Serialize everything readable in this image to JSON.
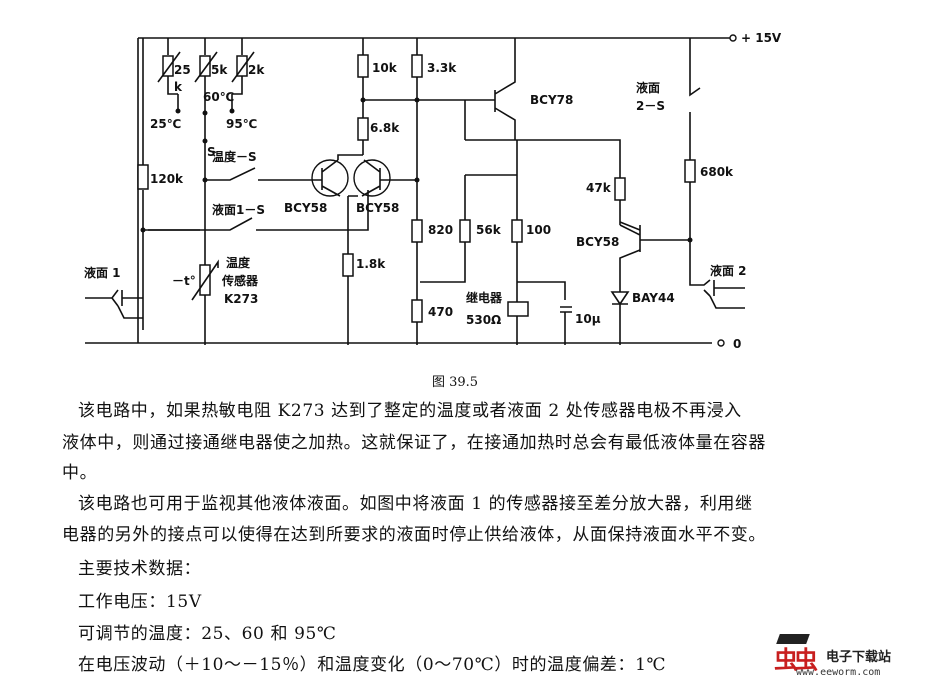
{
  "figure": {
    "supply_label": "+ 15V",
    "ground_label": "0",
    "caption": "图 39.5",
    "labels": {
      "r_25k_a": "25",
      "r_25k_b": "k",
      "r_5k": "5k",
      "r_2k": "2k",
      "t_60": "60℃",
      "t_25": "25℃",
      "t_95": "95℃",
      "switch_s": "S",
      "r_10k": "10k",
      "r_3_3k": "3.3k",
      "r_6_8k": "6.8k",
      "q_bcy78": "BCY78",
      "level_2s_a": "液面",
      "level_2s_b": "2－S",
      "temp_s": "温度－S",
      "r_120k": "120k",
      "r_47k": "47k",
      "r_680k": "680k",
      "level_1s": "液面1－S",
      "q_bcy58_a": "BCY58",
      "q_bcy58_b": "BCY58",
      "r_820": "820",
      "r_56k": "56k",
      "r_100": "100",
      "q_bcy58_c": "BCY58",
      "r_1_8k": "1.8k",
      "level_1": "液面 1",
      "thermistor_t": "－t°",
      "sensor_a": "温度",
      "sensor_b": "传感器",
      "sensor_c": "K273",
      "relay_a": "继电器",
      "relay_b": "530Ω",
      "r_470": "470",
      "cap_10u": "10μ",
      "diode": "BAY44",
      "level_2": "液面 2"
    }
  },
  "body": {
    "p1_line1": "该电路中，如果热敏电阻 K273 达到了整定的温度或者液面 2 处传感器电极不再浸入",
    "p1_line2": "液体中，则通过接通继电器使之加热。这就保证了，在接通加热时总会有最低液体量在容器",
    "p1_line3": "中。",
    "p2_line1": "该电路也可用于监视其他液体液面。如图中将液面 1 的传感器接至差分放大器，利用继",
    "p2_line2": "电器的另外的接点可以使得在达到所要求的液面时停止供给液体，从面保持液面水平不变。",
    "specs_title": "主要技术数据：",
    "spec_voltage": "工作电压：15V",
    "spec_temps": "可调节的温度：25、60 和 95℃",
    "spec_deviation": "在电压波动（＋10～－15％）和温度变化（0～70℃）时的温度偏差：1℃"
  },
  "watermark": {
    "logo": "虫虫",
    "name": "电子下载站",
    "url": "www.eeworm.com"
  }
}
